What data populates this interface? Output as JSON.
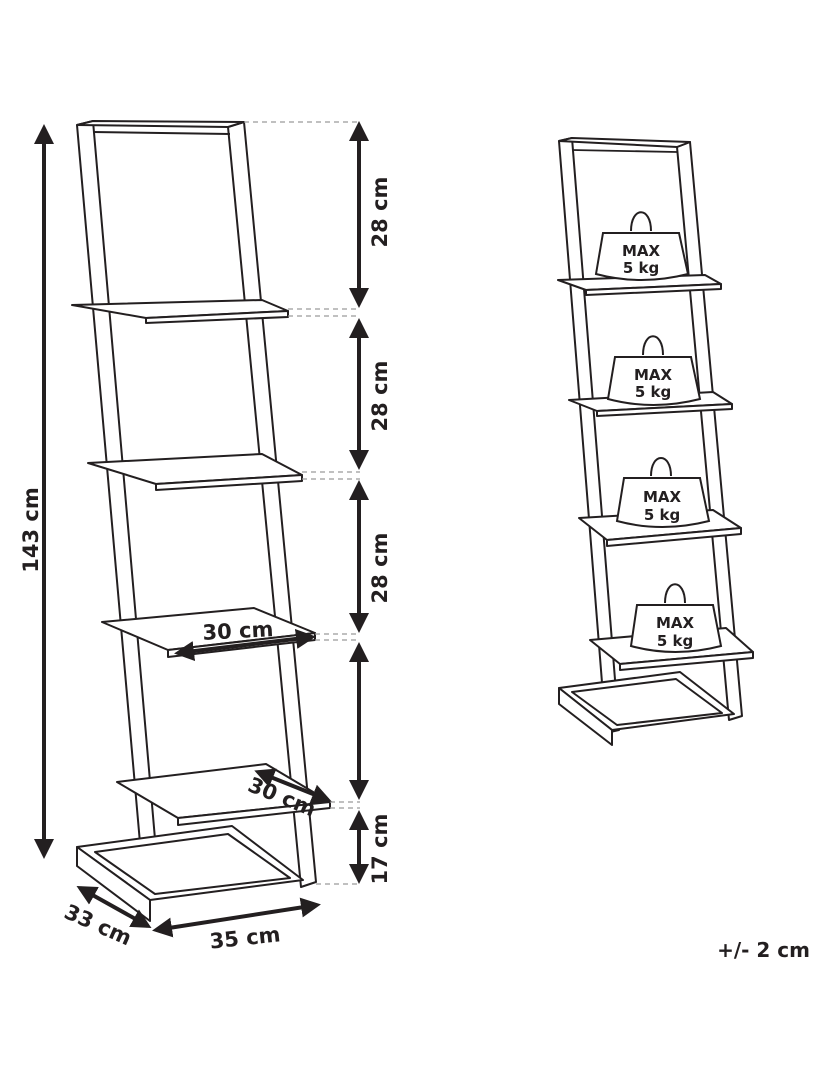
{
  "dimensions": {
    "total_height": "143 cm",
    "shelf_gap_1": "28 cm",
    "shelf_gap_2": "28 cm",
    "shelf_gap_3": "28 cm",
    "bottom_height": "17 cm",
    "shelf_width": "30 cm",
    "shelf_depth": "30 cm",
    "base_depth": "33 cm",
    "base_width": "35 cm"
  },
  "load_labels": [
    {
      "line1": "MAX",
      "line2": "5 kg"
    },
    {
      "line1": "MAX",
      "line2": "5 kg"
    },
    {
      "line1": "MAX",
      "line2": "5 kg"
    },
    {
      "line1": "MAX",
      "line2": "5 kg"
    }
  ],
  "tolerance": "+/- 2 cm"
}
